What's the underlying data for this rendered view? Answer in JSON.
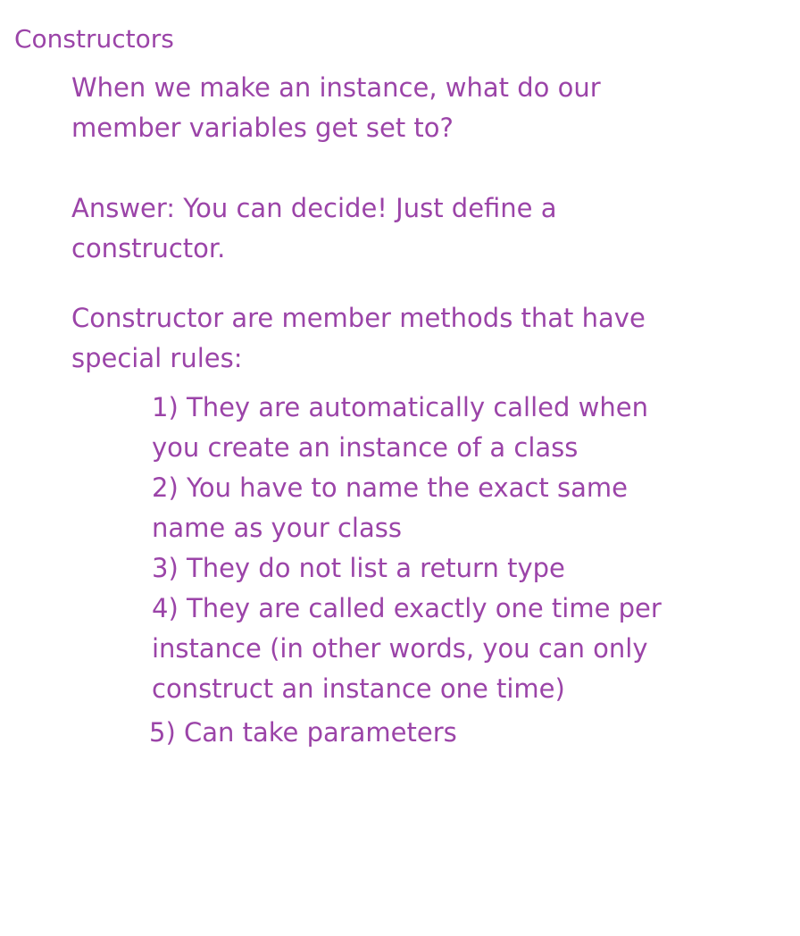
{
  "title": "Constructors",
  "question": {
    "line1": "When we make an instance, what do our",
    "line2": "member variables get set to?"
  },
  "answer": {
    "line1": "Answer: You can decide! Just define a",
    "line2": "constructor."
  },
  "intro": {
    "line1": "Constructor are member methods that have",
    "line2": "special rules:"
  },
  "rules": [
    {
      "lines": [
        "1) They are automatically called when",
        "you create an instance of a class"
      ]
    },
    {
      "lines": [
        "2) You have to name the exact same",
        "name as your class"
      ]
    },
    {
      "lines": [
        "3) They do not list a return type"
      ]
    },
    {
      "lines": [
        "4) They are called exactly one time per",
        "instance (in other words, you can only",
        "construct an instance one time)"
      ]
    },
    {
      "lines": [
        "5) Can take parameters"
      ]
    }
  ],
  "colors": {
    "text": "#9b44a8",
    "background": "#ffffff"
  }
}
